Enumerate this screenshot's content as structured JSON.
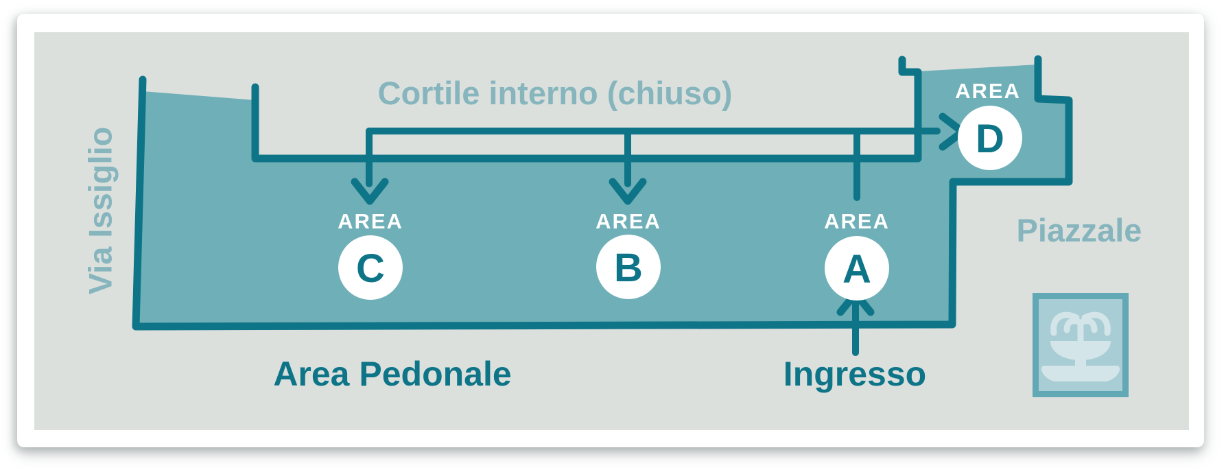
{
  "labels": {
    "street": "Via Issiglio",
    "courtyard": "Cortile interno (chiuso)",
    "plaza": "Piazzale",
    "pedestrian_zone": "Area Pedonale",
    "entrance": "Ingresso",
    "area_word": "AREA"
  },
  "areas": [
    {
      "letter": "C"
    },
    {
      "letter": "B"
    },
    {
      "letter": "A"
    },
    {
      "letter": "D"
    }
  ],
  "icons": {
    "fountain": "fountain-icon"
  },
  "colors": {
    "panel_bg": "#dbe0dd",
    "zone_fill": "#6fafb7",
    "line_dark": "#0e7487",
    "muted_label": "#86b5bd",
    "area_label": "#ffffff",
    "fountain_border": "#63a8b5",
    "fountain_fill": "#a9cdd4",
    "fountain_glyph": "#d3e5e8"
  }
}
